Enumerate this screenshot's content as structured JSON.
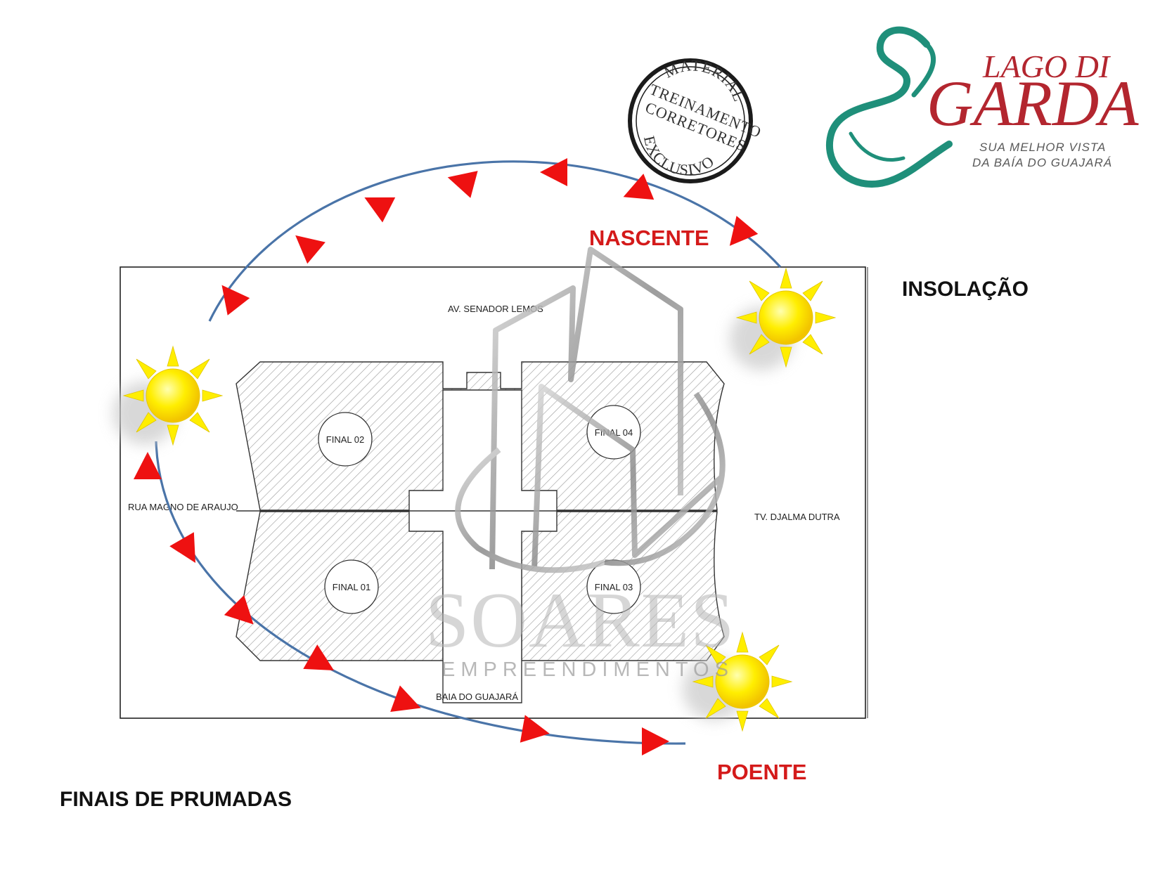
{
  "logo": {
    "line1": "LAGO DI",
    "line2": "GARDA",
    "tagline1": "SUA MELHOR VISTA",
    "tagline2": "DA BAÍA DO GUAJARÁ",
    "colors": {
      "red": "#b3262f",
      "teal": "#1f8f7a"
    }
  },
  "stamp": {
    "top": "MATERIAL",
    "line1": "TREINAMENTO",
    "line2": "CORRETORES",
    "bottom": "EXCLUSIVO"
  },
  "labels": {
    "sunrise": "NASCENTE",
    "sunset": "POENTE",
    "insolation": "INSOLAÇÃO",
    "unit_endings": "FINAIS DE PRUMADAS"
  },
  "streets": {
    "north": "AV. SENADOR LEMOS",
    "west": "RUA MAGNO DE ARAUJO",
    "east": "TV. DJALMA DUTRA",
    "south": "BAIA DO GUAJARÁ"
  },
  "units": {
    "top_left": "FINAL 02",
    "top_right": "FINAL 04",
    "bottom_left": "FINAL 01",
    "bottom_right": "FINAL 03"
  },
  "watermark": {
    "name": "SOARES",
    "subtitle": "EMPREENDIMENTOS"
  },
  "colors": {
    "sun_path": "#4a74a8",
    "arrow": "#ee1111",
    "sun": "#ffee00",
    "label_red": "#d41a1a"
  }
}
